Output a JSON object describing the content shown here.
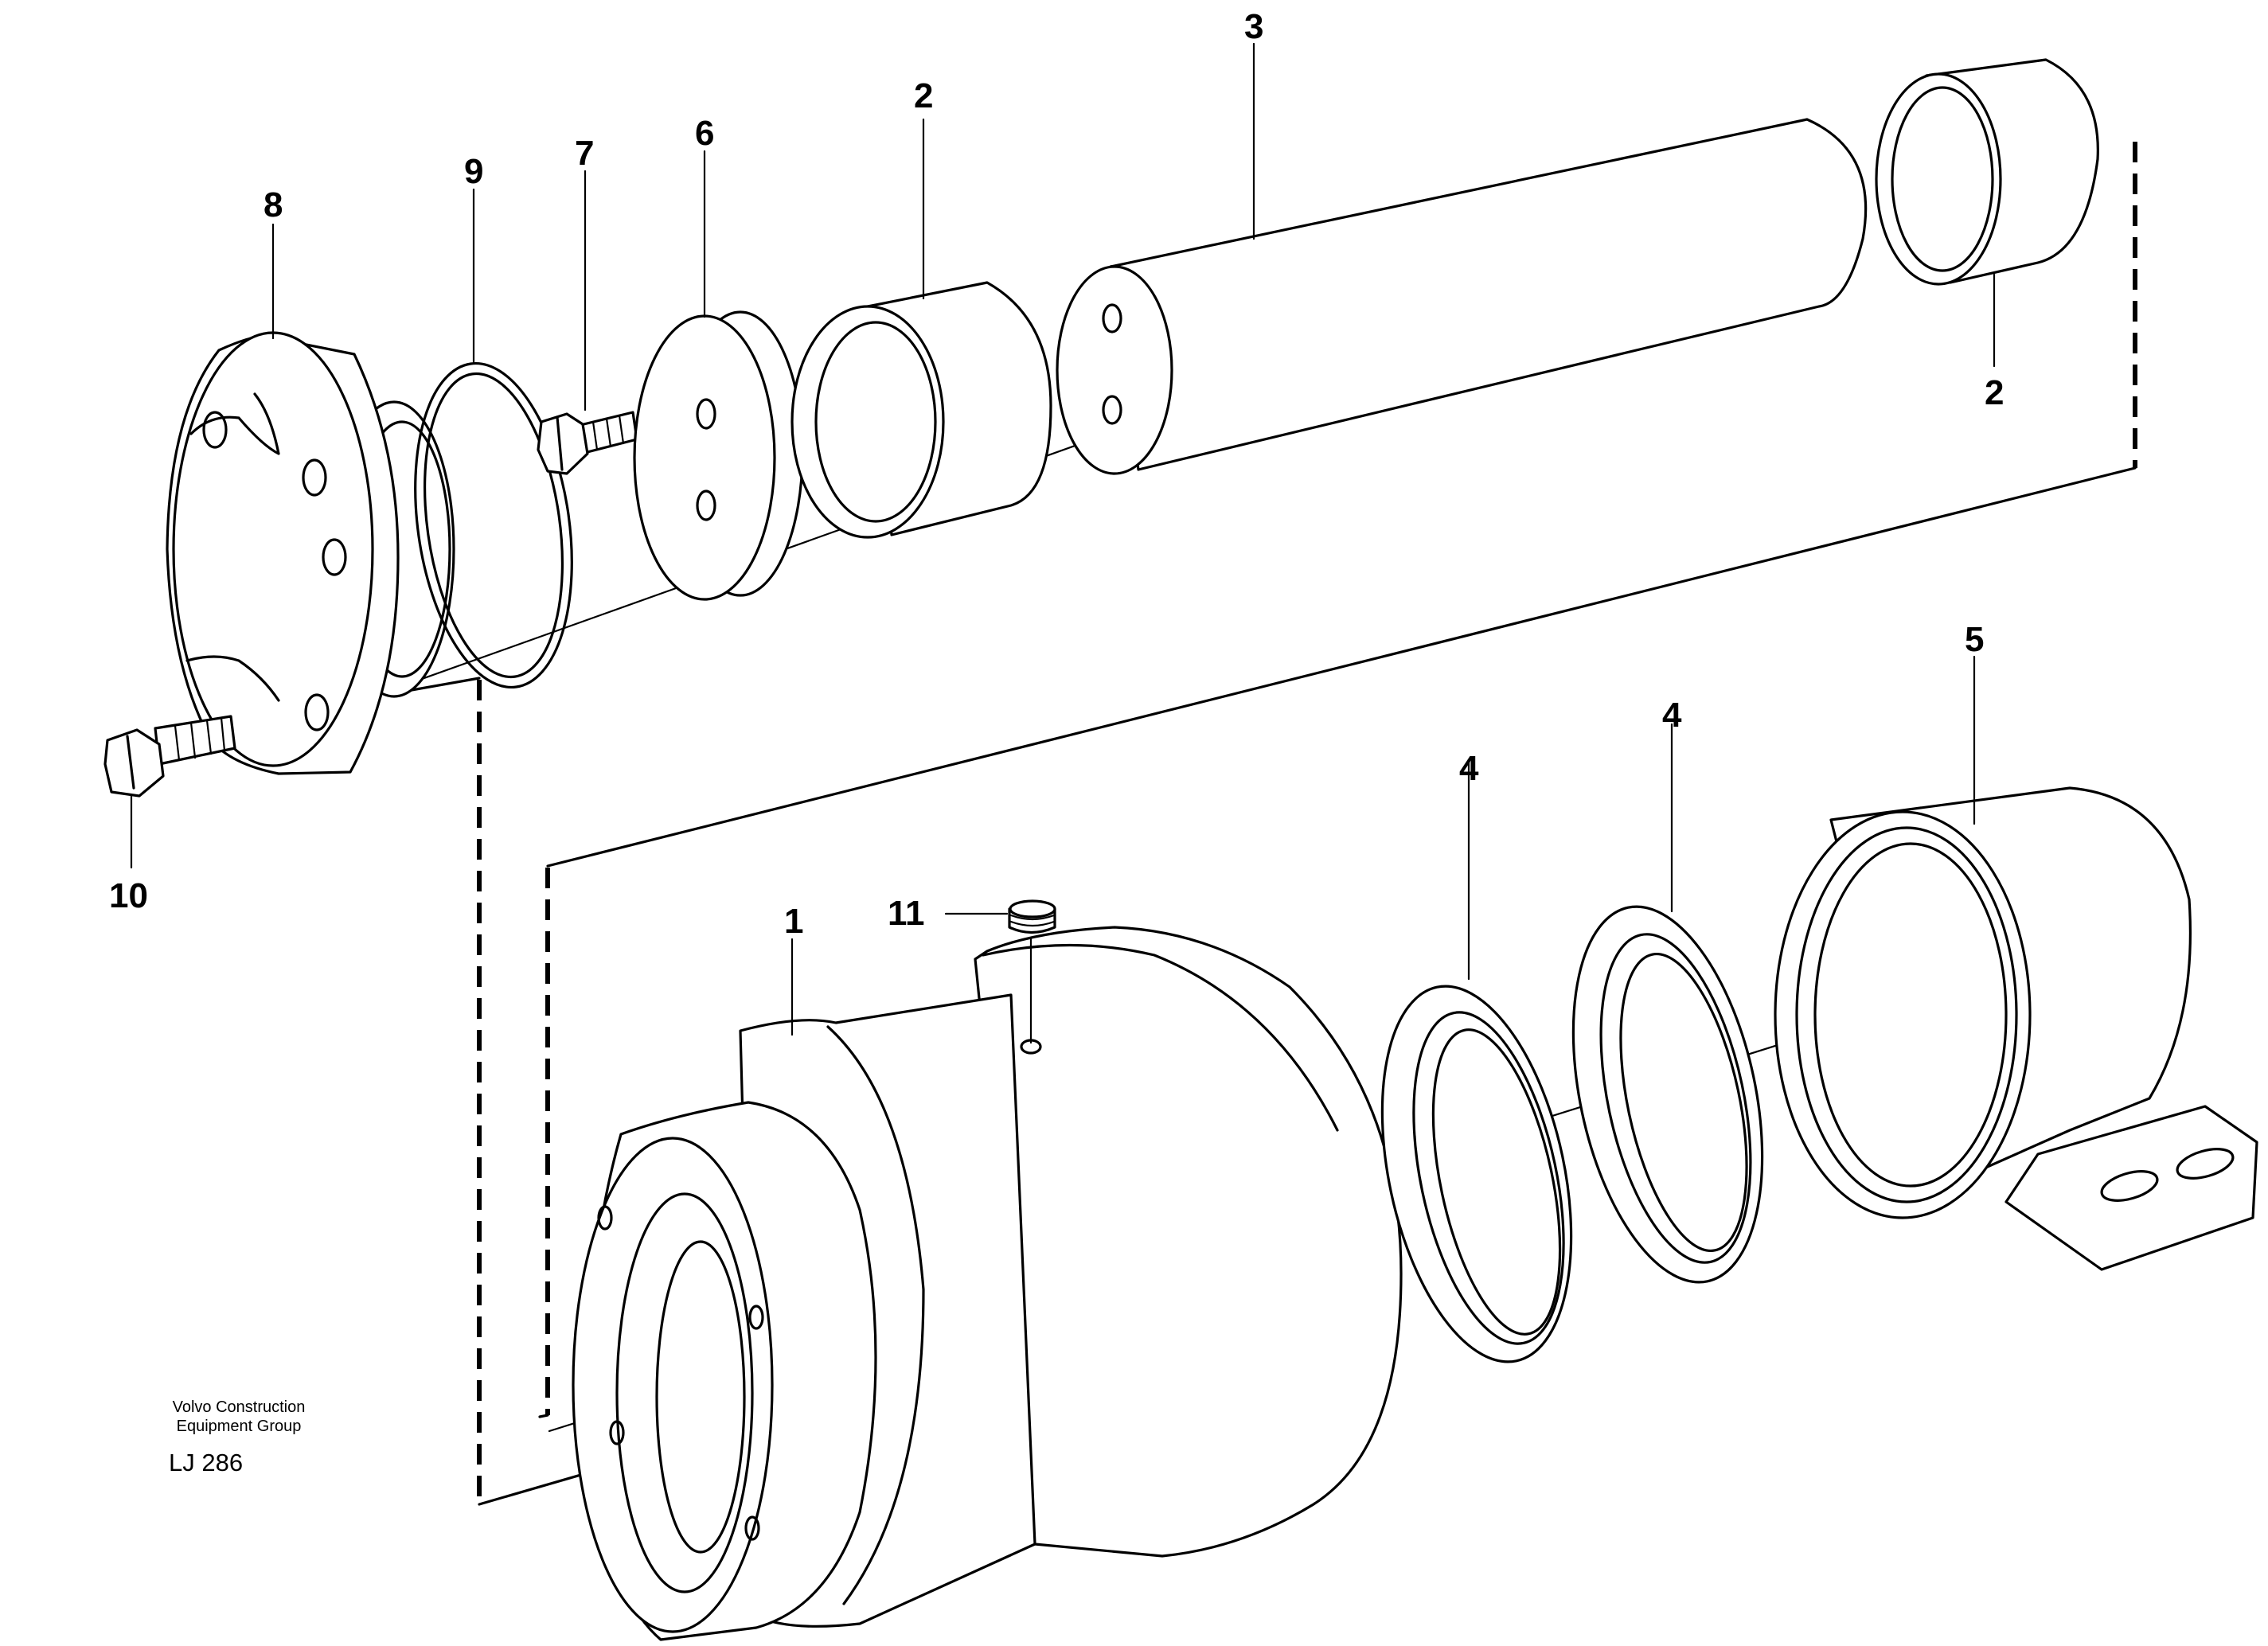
{
  "diagram": {
    "callouts": {
      "c1": "1",
      "c2a": "2",
      "c2b": "2",
      "c3": "3",
      "c4a": "4",
      "c4b": "4",
      "c5": "5",
      "c6": "6",
      "c7": "7",
      "c8": "8",
      "c9": "9",
      "c10": "10",
      "c11": "11"
    },
    "credit": {
      "line1": "Volvo Construction",
      "line2": "Equipment Group"
    },
    "drawing_number": "LJ 286"
  }
}
